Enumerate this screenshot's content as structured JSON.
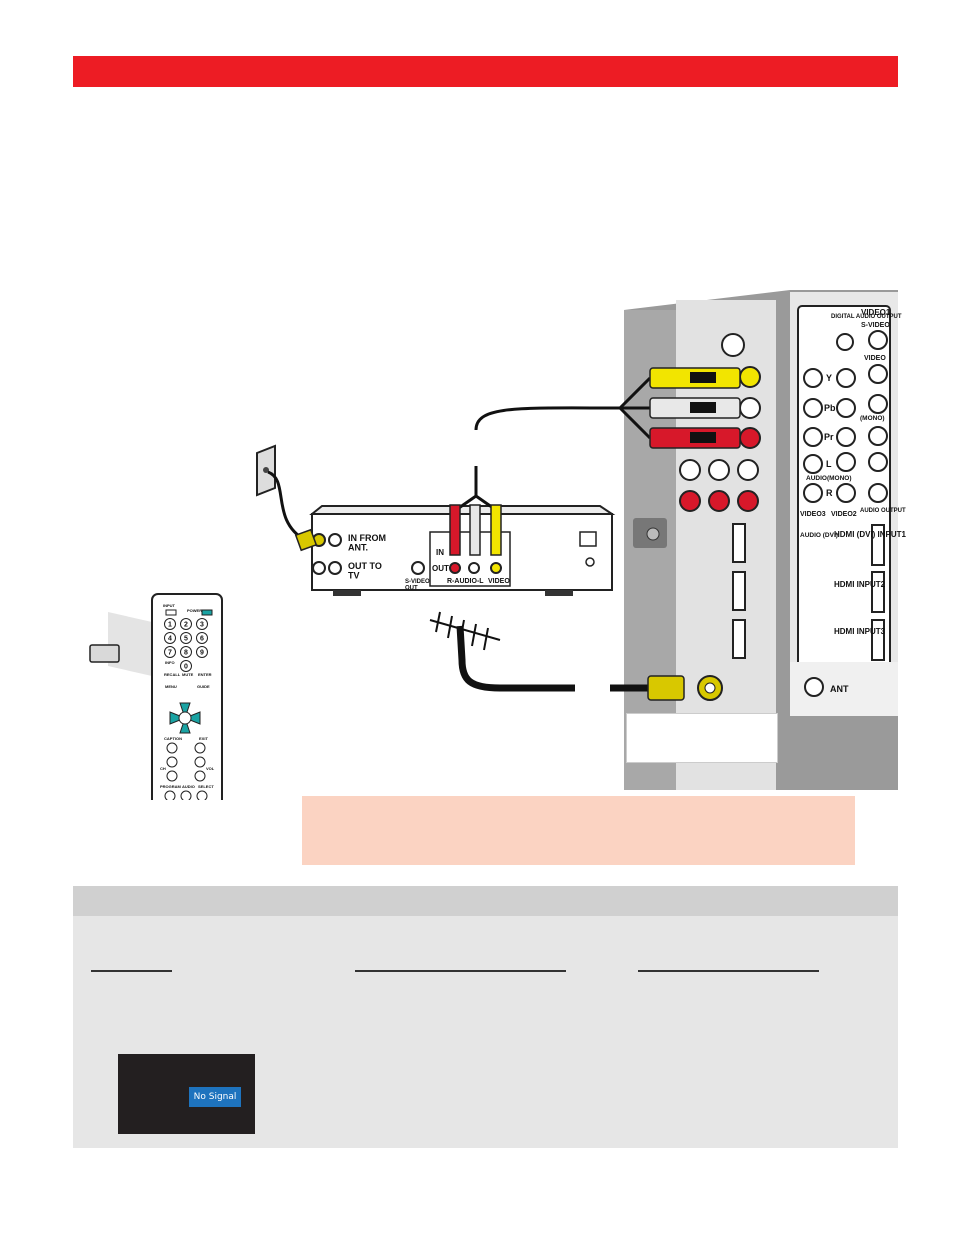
{
  "colors": {
    "header_bar": "#ed1c24",
    "note_box": "#fbd3c2",
    "panel": "#e6e6e6",
    "panel_header": "#d0d0d0",
    "screen": "#231f20",
    "badge": "#1e73be",
    "cable_yellow": "#f2e500",
    "cable_red": "#d7182a",
    "cable_white": "#e8e8e8"
  },
  "vcr": {
    "in_from_ant": "IN FROM\nANT.",
    "out_to_tv": "OUT TO\nTV",
    "in": "IN",
    "out": "OUT",
    "svideo_out": "S-VIDEO\nOUT",
    "r_audio_l": "R-AUDIO-L",
    "video": "VIDEO"
  },
  "tv_side_panel": {
    "digital_audio_output": "DIGITAL AUDIO OUTPUT",
    "video1": "VIDEO1",
    "s_video": "S-VIDEO",
    "video": "VIDEO",
    "y": "Y",
    "pb": "Pb",
    "pr": "Pr",
    "l": "L",
    "r": "R",
    "mono": "(MONO)",
    "audio_mono": "AUDIO(MONO)",
    "video3": "VIDEO3",
    "video2": "VIDEO2",
    "audio_output": "AUDIO OUTPUT",
    "audio_dvi": "AUDIO (DVI)",
    "hdmi1": "HDMI (DVI) INPUT1",
    "hdmi2": "HDMI INPUT2",
    "hdmi3": "HDMI INPUT3",
    "ant": "ANT"
  },
  "remote": {
    "input": "INPUT",
    "power": "POWER",
    "keys": [
      "1",
      "2",
      "3",
      "4",
      "5",
      "6",
      "7",
      "8",
      "9",
      "0"
    ],
    "info": "INFO",
    "recall": "RECALL",
    "mute": "MUTE",
    "menu": "MENU",
    "guide": "GUIDE",
    "enter": "ENTER",
    "caption": "CAPTION",
    "exit": "EXIT",
    "ch": "CH",
    "vol": "VOL",
    "program": "PROGRAM",
    "audio": "AUDIO",
    "select": "SELECT"
  },
  "screen": {
    "no_signal": "No Signal"
  }
}
